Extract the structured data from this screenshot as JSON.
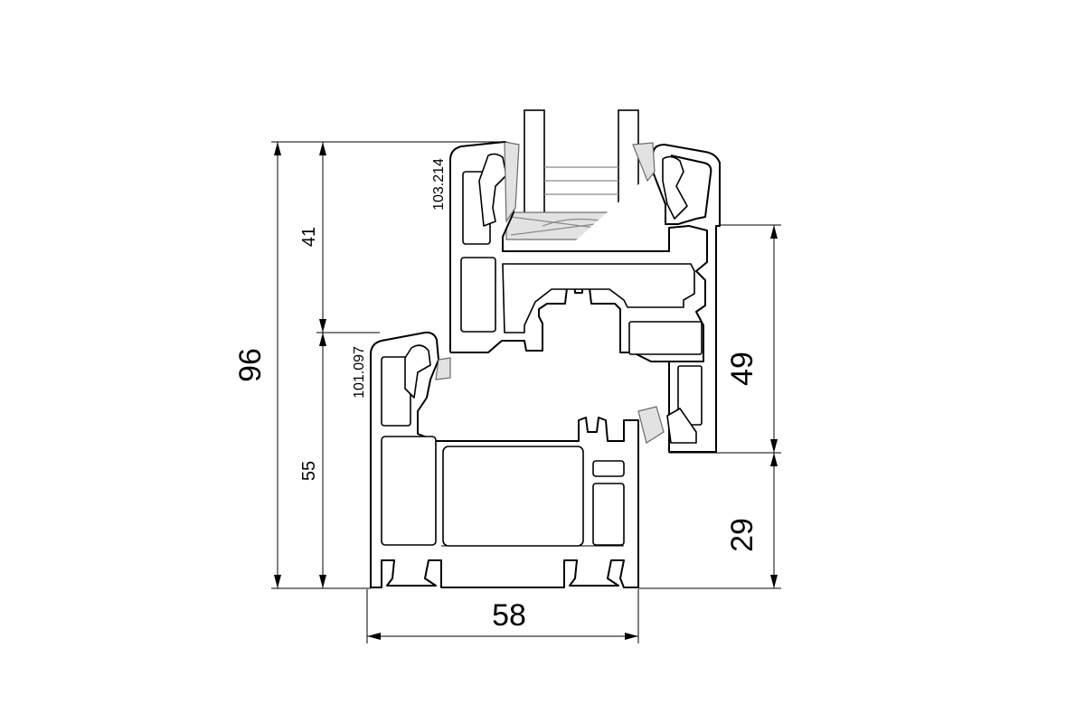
{
  "drawing": {
    "dimensions": {
      "total_height": "96",
      "sash_height": "41",
      "frame_height": "55",
      "sash_depth": "49",
      "frame_top": "29",
      "frame_width": "58"
    },
    "profile_codes": {
      "sash": "103.214",
      "frame": "101.097"
    }
  }
}
